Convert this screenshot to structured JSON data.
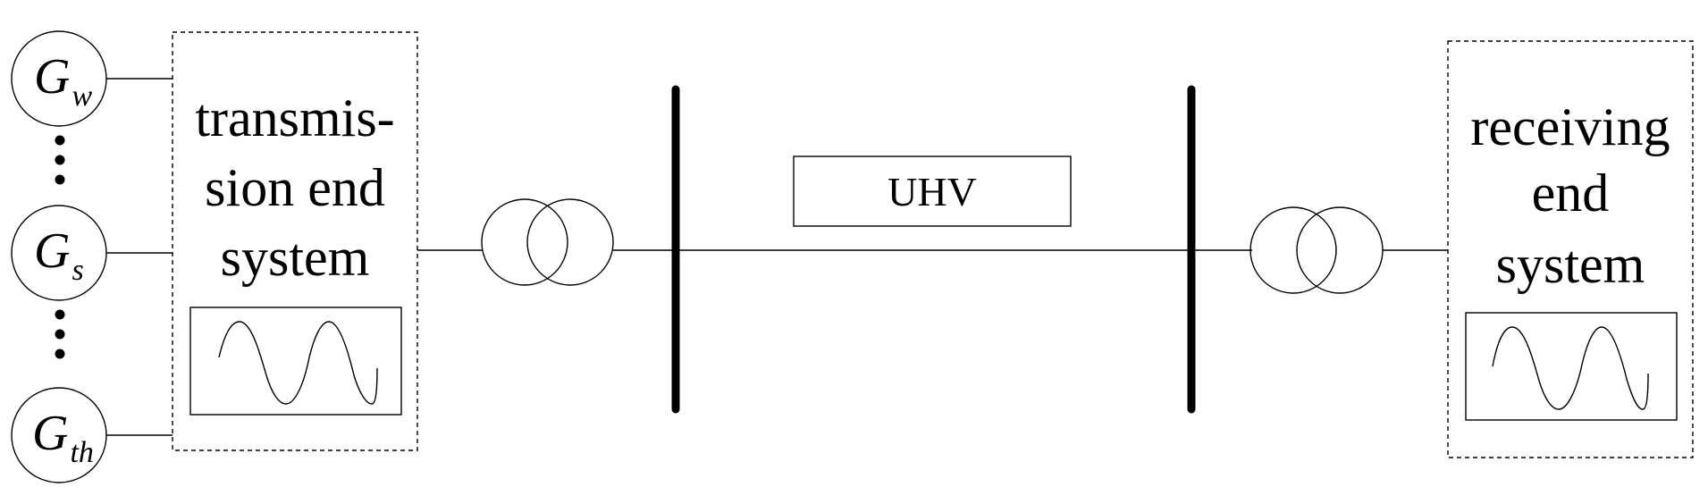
{
  "generators": [
    {
      "symbol": "G",
      "subscript": "w"
    },
    {
      "symbol": "G",
      "subscript": "s"
    },
    {
      "symbol": "G",
      "subscript": "th"
    }
  ],
  "transmission_end": {
    "lines": [
      "transmis-",
      "sion end",
      "system"
    ]
  },
  "line_label": "UHV",
  "receiving_end": {
    "lines": [
      "receiving",
      "end",
      "system"
    ]
  }
}
